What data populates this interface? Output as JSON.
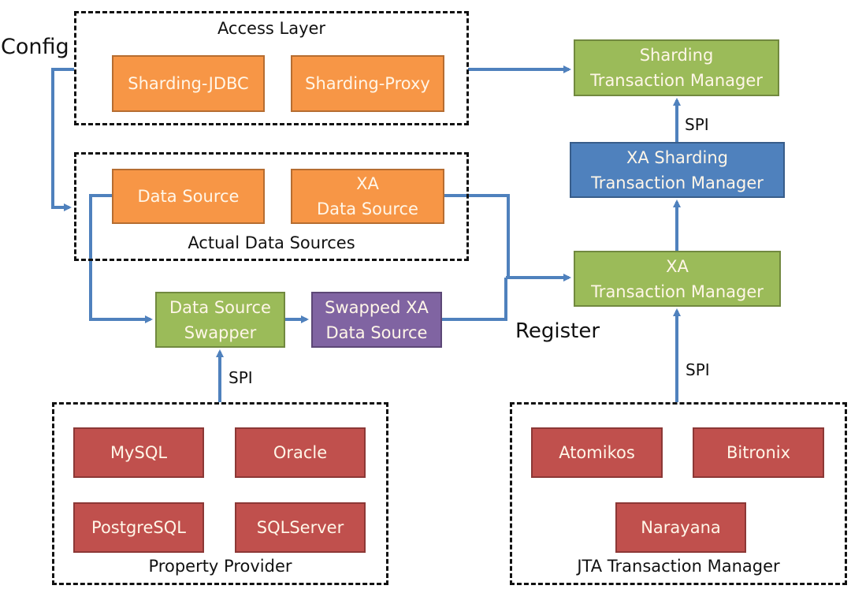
{
  "groups": {
    "access_layer": "Access Layer",
    "actual_data_sources": "Actual Data Sources",
    "property_provider": "Property Provider",
    "jta_transaction_manager": "JTA Transaction Manager"
  },
  "nodes": {
    "sharding_jdbc": "Sharding-JDBC",
    "sharding_proxy": "Sharding-Proxy",
    "data_source": "Data Source",
    "xa_data_source": [
      "XA",
      "Data Source"
    ],
    "data_source_swapper": [
      "Data Source",
      "Swapper"
    ],
    "swapped_xa_data_source": [
      "Swapped XA",
      "Data Source"
    ],
    "sharding_transaction_manager": [
      "Sharding",
      "Transaction Manager"
    ],
    "xa_sharding_transaction_manager": [
      "XA Sharding",
      "Transaction Manager"
    ],
    "xa_transaction_manager": [
      "XA",
      "Transaction Manager"
    ],
    "mysql": "MySQL",
    "oracle": "Oracle",
    "postgresql": "PostgreSQL",
    "sqlserver": "SQLServer",
    "atomikos": "Atomikos",
    "bitronix": "Bitronix",
    "narayana": "Narayana"
  },
  "labels": {
    "config": "Config",
    "register": "Register",
    "spi_swapper": "SPI",
    "spi_xa_tm": "SPI",
    "spi_sharding_tm": "SPI"
  },
  "colors": {
    "access": "#f79646",
    "manager": "#9bbb59",
    "xa_sharding": "#4f81bd",
    "swapped": "#8064a2",
    "provider": "#c0504d",
    "connector": "#4f81bd"
  }
}
